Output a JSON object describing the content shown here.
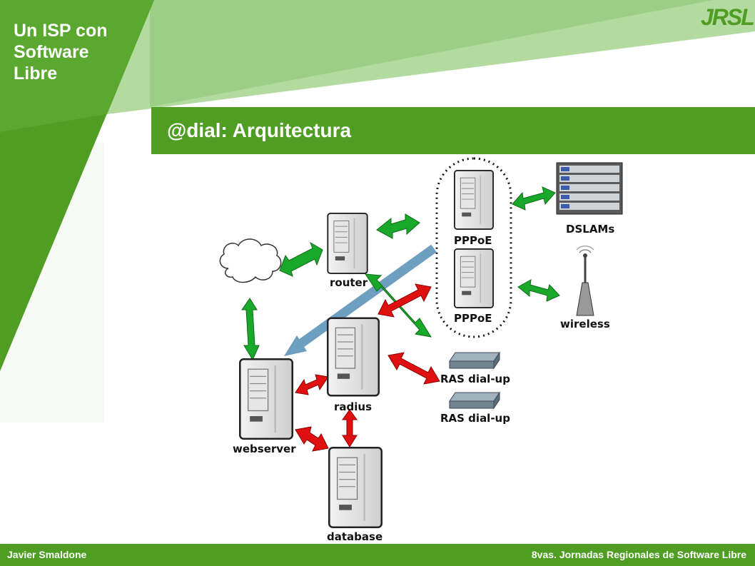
{
  "header": {
    "corner_title_lines": [
      "Un ISP con",
      "Software",
      "Libre"
    ],
    "slide_title": "@dial: Arquitectura",
    "logo_text": "JRSL"
  },
  "diagram": {
    "nodes": {
      "router": "router",
      "pppoe_top": "PPPoE",
      "pppoe_bottom": "PPPoE",
      "dslams": "DSLAMs",
      "wireless": "wireless",
      "radius": "radius",
      "webserver": "webserver",
      "database": "database",
      "ras_top": "RAS dial-up",
      "ras_bottom": "RAS dial-up"
    }
  },
  "footer": {
    "author": "Javier Smaldone",
    "event": "8vas. Jornadas Regionales de Software Libre"
  },
  "colors": {
    "brand_green": "#4f9d23",
    "light_green": "#a9d48c",
    "arrow_green": "#1aa82a",
    "arrow_red": "#e01010",
    "arrow_blue": "#6e9ec0"
  }
}
